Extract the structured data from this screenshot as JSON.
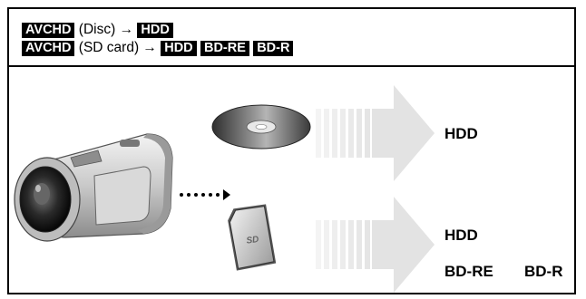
{
  "header": {
    "line1": {
      "source_badge": "AVCHD",
      "source_text": "(Disc) →",
      "dest_badges": [
        "HDD"
      ]
    },
    "line2": {
      "source_badge": "AVCHD",
      "source_text": "(SD card) →",
      "dest_badges": [
        "HDD",
        "BD-RE",
        "BD-R"
      ]
    }
  },
  "diagram": {
    "disc_destination": "HDD",
    "sd_destinations": [
      "HDD",
      "BD-RE",
      "BD-R"
    ],
    "sd_card_logo": "SD",
    "icons": [
      "camcorder-icon",
      "disc-icon",
      "sd-card-icon",
      "dotted-arrow-icon",
      "arrow-icon"
    ],
    "colors": {
      "badge_bg": "#000000",
      "badge_text": "#ffffff",
      "arrow_fill": "#e3e3e3",
      "disc_gray": "#5a5a5a"
    }
  }
}
